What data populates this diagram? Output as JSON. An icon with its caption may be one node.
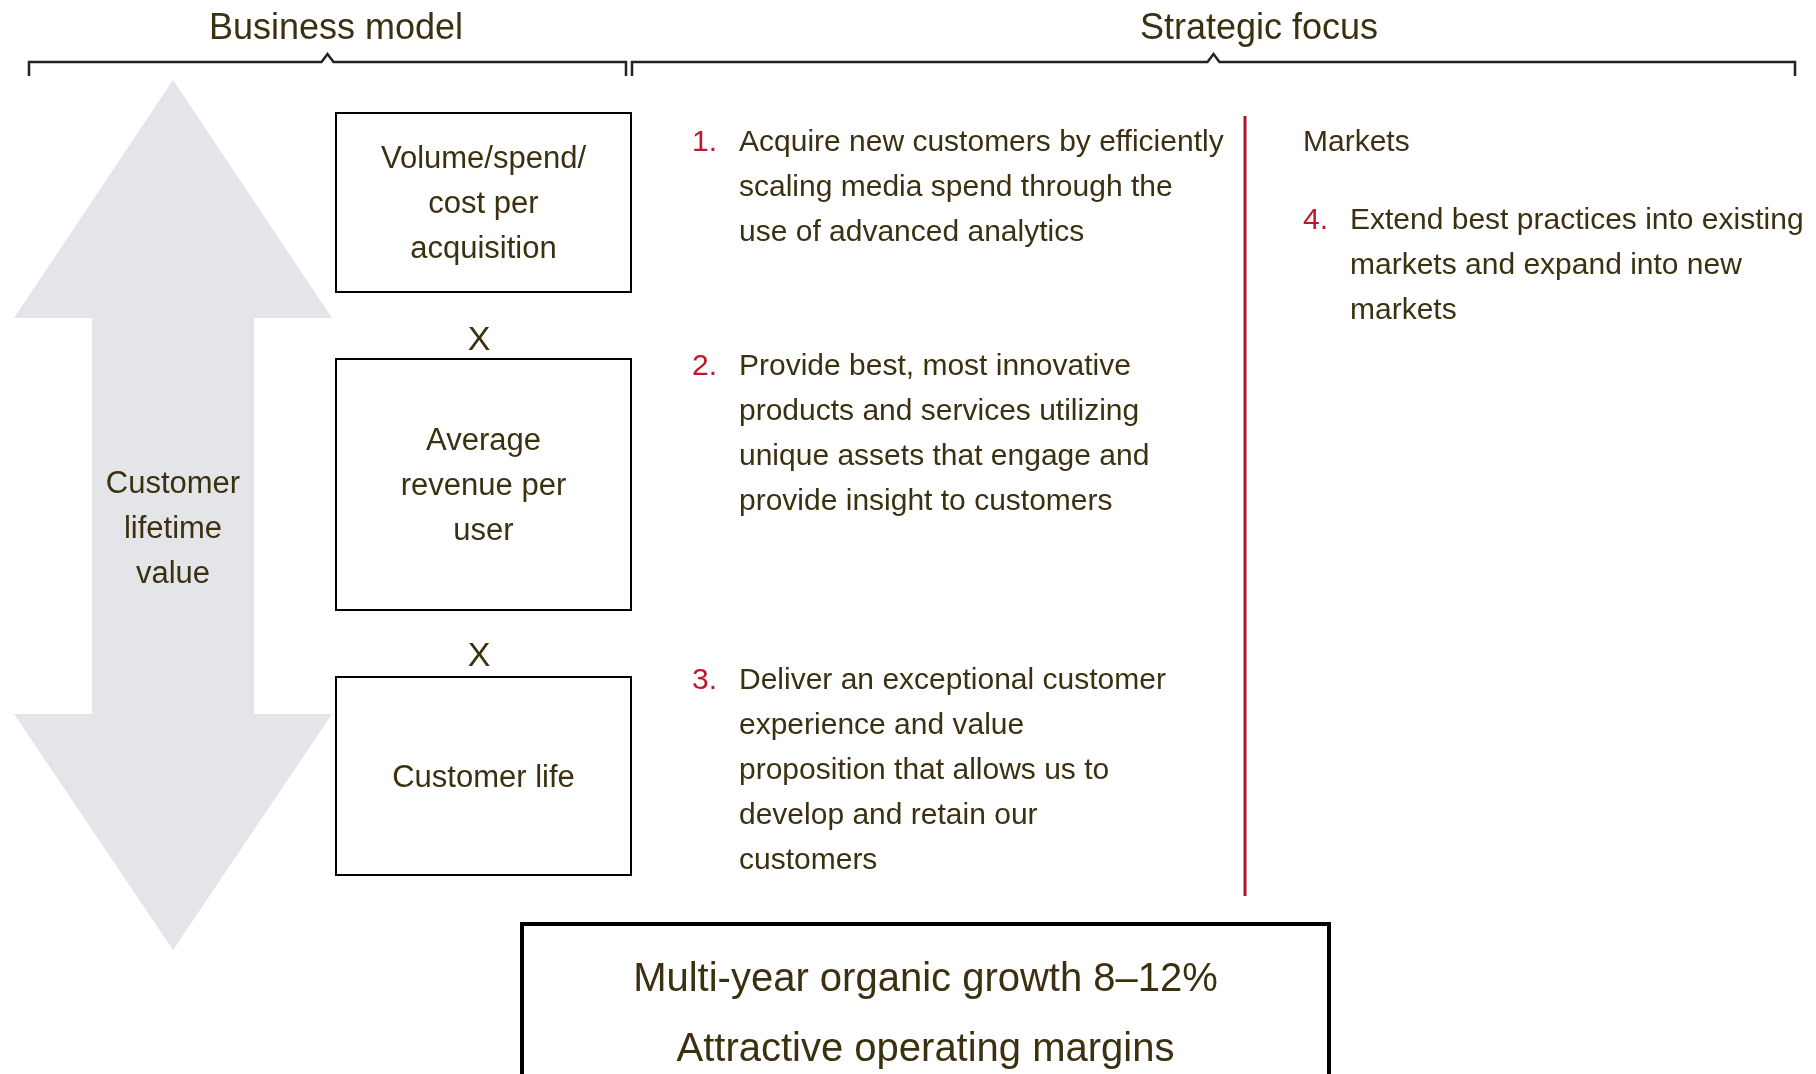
{
  "diagram": {
    "nodes": [
      {
        "text": [
          "Customer lifetime value"
        ]
      },
      {
        "text": [
          "Volume/spend/ cost per acquisition"
        ]
      },
      {
        "text": [
          "Average revenue per user"
        ]
      },
      {
        "text": [
          "Customer life"
        ]
      },
      {
        "text": [
          "Multi-year organic growth 8–12%",
          "Attractive operating margins"
        ]
      }
    ],
    "edges": [],
    "labels": [
      "Business model",
      "Strategic focus",
      "X",
      "X",
      "1.",
      "Acquire new customers by efficiently scaling media spend through the use of advanced analytics",
      "2.",
      "Provide best, most innovative products and services utilizing unique assets that engage and provide insight to customers",
      "3.",
      "Deliver an exceptional customer experience and value proposition that allows us to develop and retain our customers",
      "Markets",
      "4.",
      "Extend best practices into existing markets and expand into new markets"
    ]
  }
}
